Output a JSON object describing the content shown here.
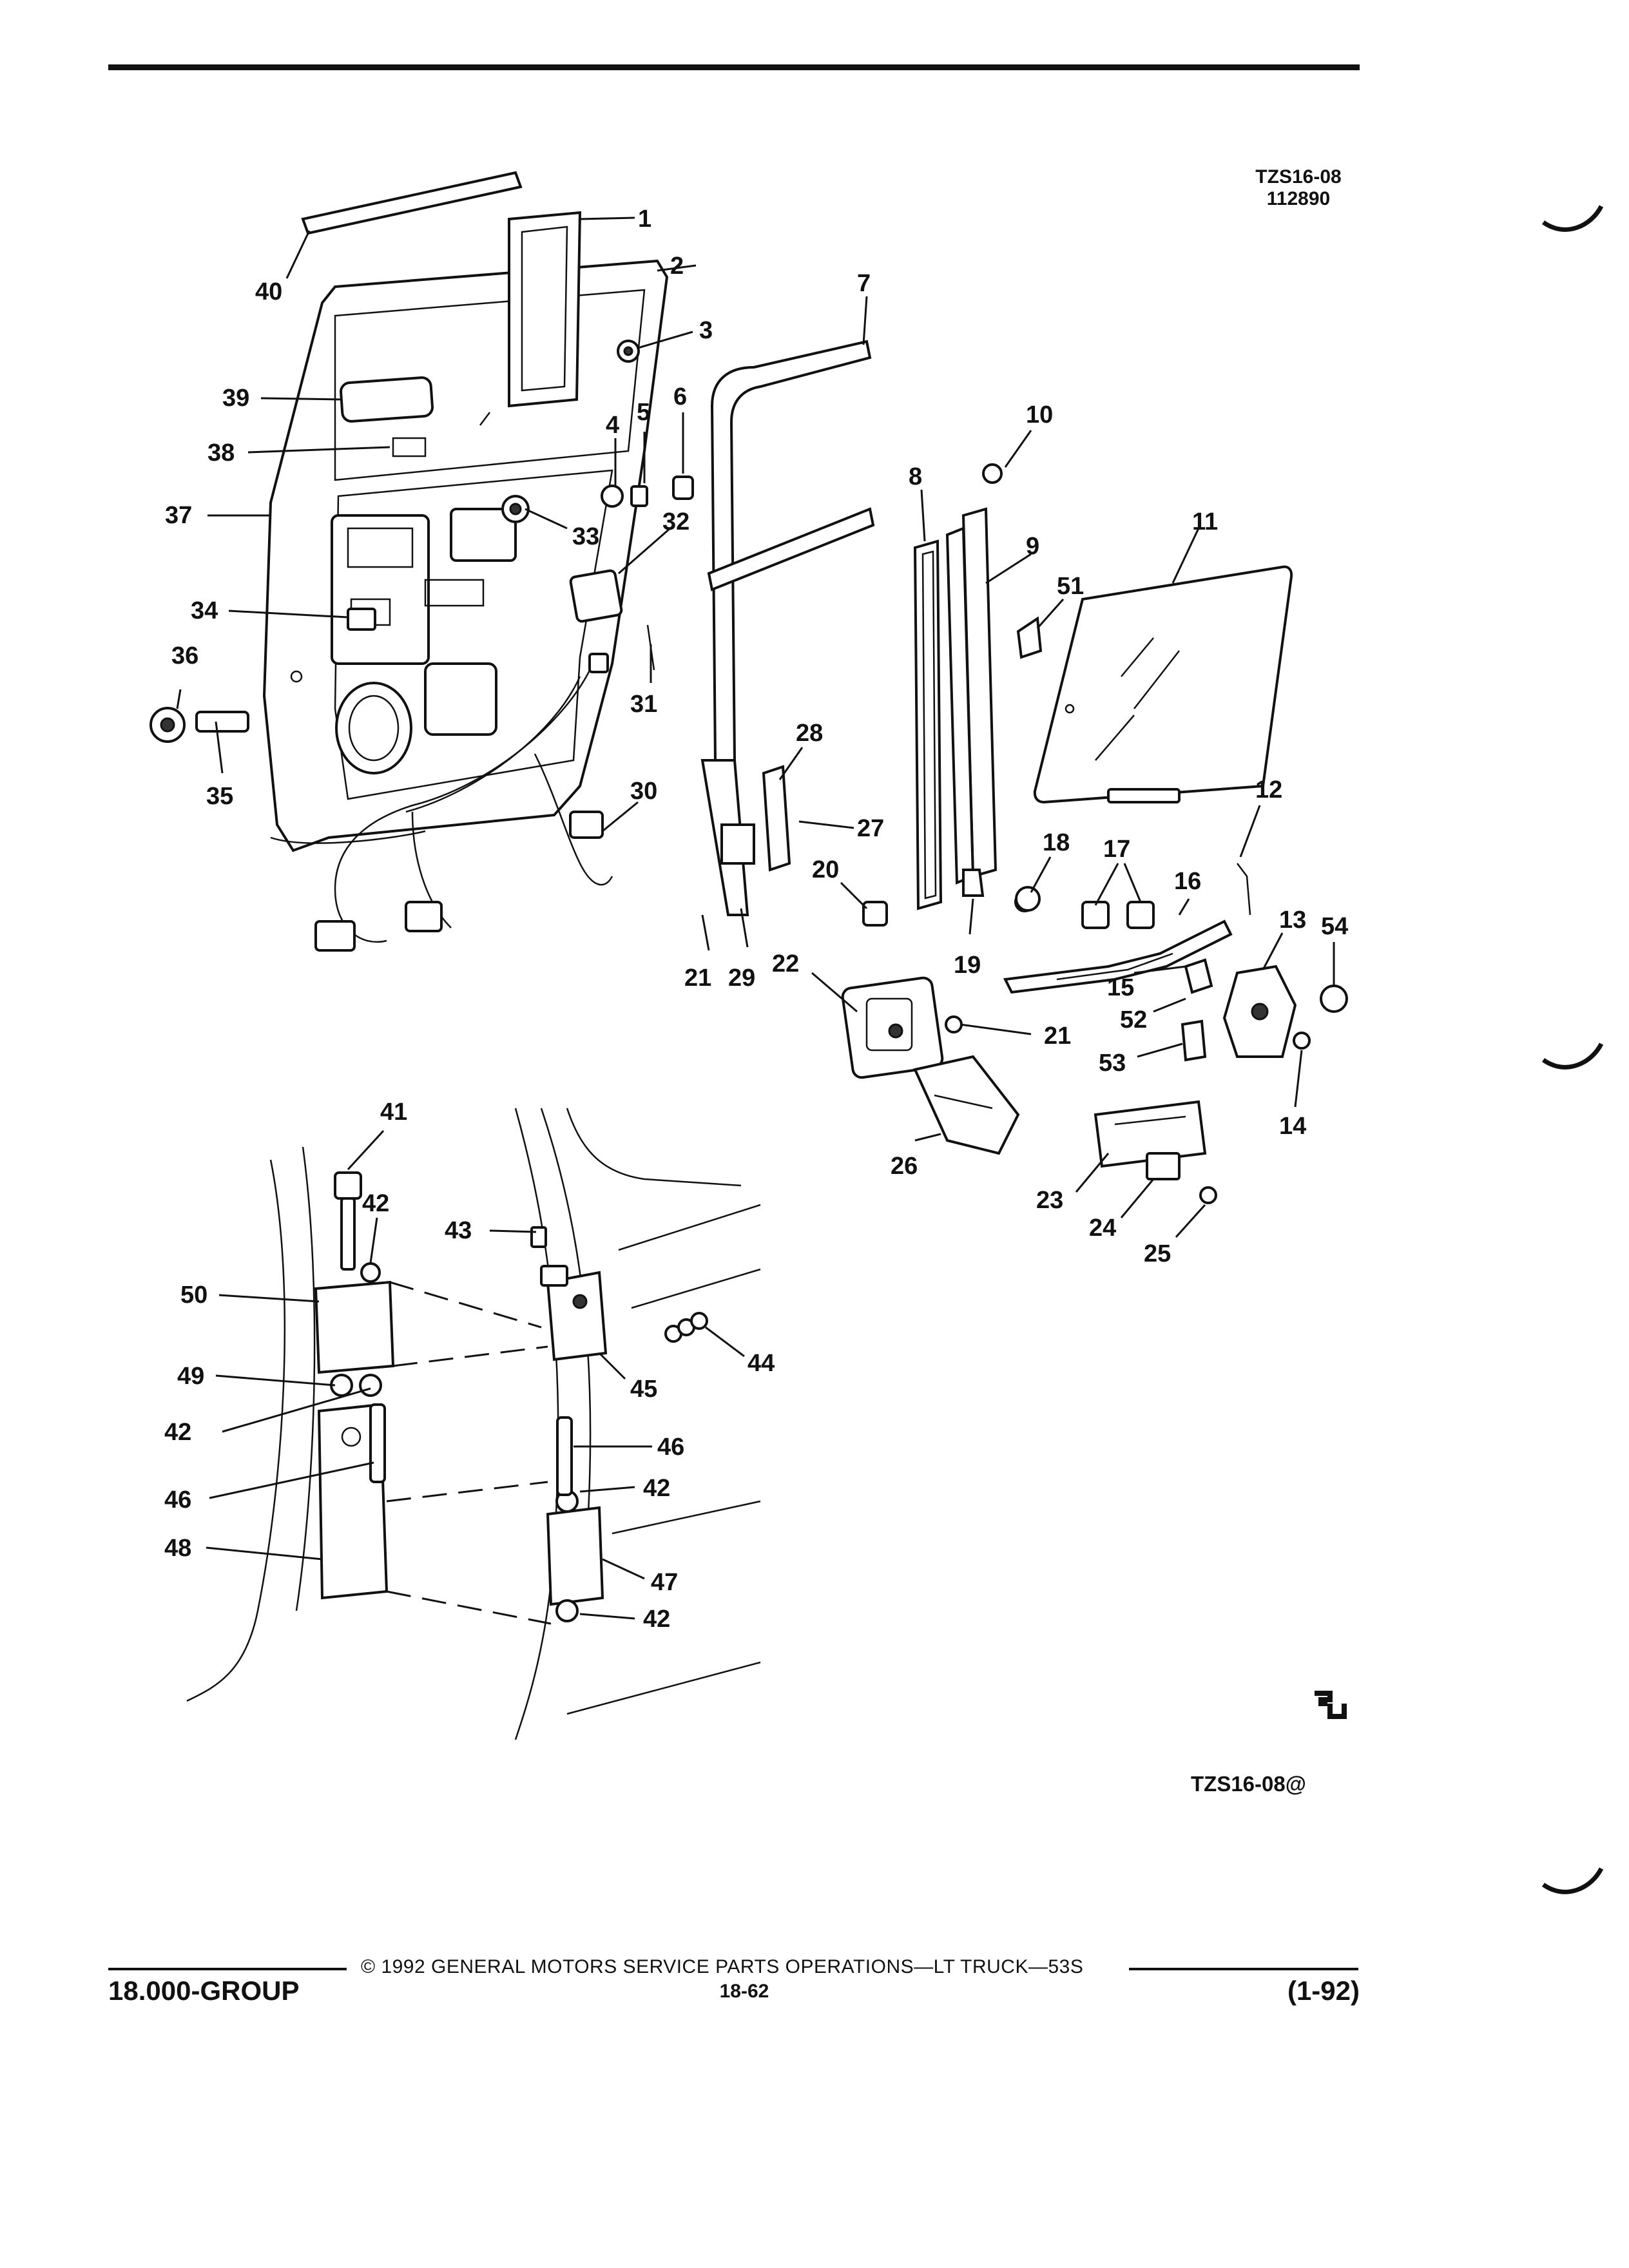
{
  "header": {
    "figure_id": "TZS16-08",
    "figure_number": "112890"
  },
  "callouts": {
    "c1": "1",
    "c2": "2",
    "c3": "3",
    "c4": "4",
    "c5": "5",
    "c6": "6",
    "c7": "7",
    "c8": "8",
    "c9": "9",
    "c10": "10",
    "c11": "11",
    "c12": "12",
    "c13": "13",
    "c14": "14",
    "c15": "15",
    "c16": "16",
    "c17": "17",
    "c18": "18",
    "c19": "19",
    "c20": "20",
    "c21a": "21",
    "c21b": "21",
    "c22": "22",
    "c23": "23",
    "c24": "24",
    "c25": "25",
    "c26": "26",
    "c27": "27",
    "c28": "28",
    "c29": "29",
    "c30": "30",
    "c31": "31",
    "c32": "32",
    "c33": "33",
    "c34": "34",
    "c35": "35",
    "c36": "36",
    "c37": "37",
    "c38": "38",
    "c39": "39",
    "c40": "40",
    "c41": "41",
    "c42a": "42",
    "c42b": "42",
    "c42c": "42",
    "c42d": "42",
    "c43": "43",
    "c44": "44",
    "c45": "45",
    "c46a": "46",
    "c46b": "46",
    "c47": "47",
    "c48": "48",
    "c49": "49",
    "c50": "50",
    "c51": "51",
    "c52": "52",
    "c53": "53",
    "c54": "54"
  },
  "figure_code": "TZS16-08@",
  "footer": {
    "copyright": "©  1992  GENERAL MOTORS SERVICE PARTS OPERATIONS—LT TRUCK—53S",
    "group": "18.000-GROUP",
    "page": "18-62",
    "date": "(1-92)"
  }
}
